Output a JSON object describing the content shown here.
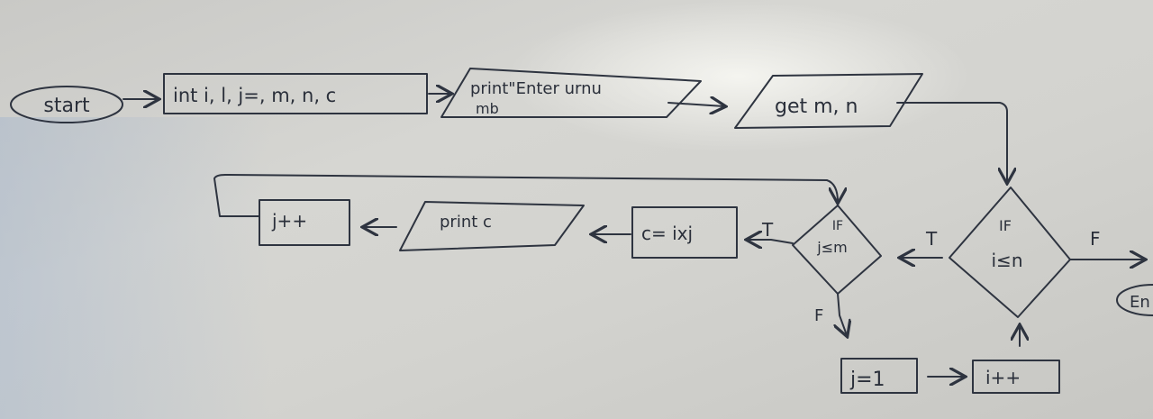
{
  "flowchart": {
    "start": "start",
    "declare": "int i, l, j=, m, n, c",
    "print_prompt_line1": "print\"Enter urnu",
    "print_prompt_line2": "mb",
    "input": "get m, n",
    "cond_outer_if": "IF",
    "cond_outer_expr": "i≤n",
    "cond_inner_if": "IF",
    "cond_inner_expr": "j≤m",
    "assign_c": "c= ixj",
    "print_c": "print c",
    "inc_j": "j++",
    "set_j": "j=1",
    "inc_i": "i++",
    "end": "En",
    "label_T": "T",
    "label_F": "F"
  }
}
